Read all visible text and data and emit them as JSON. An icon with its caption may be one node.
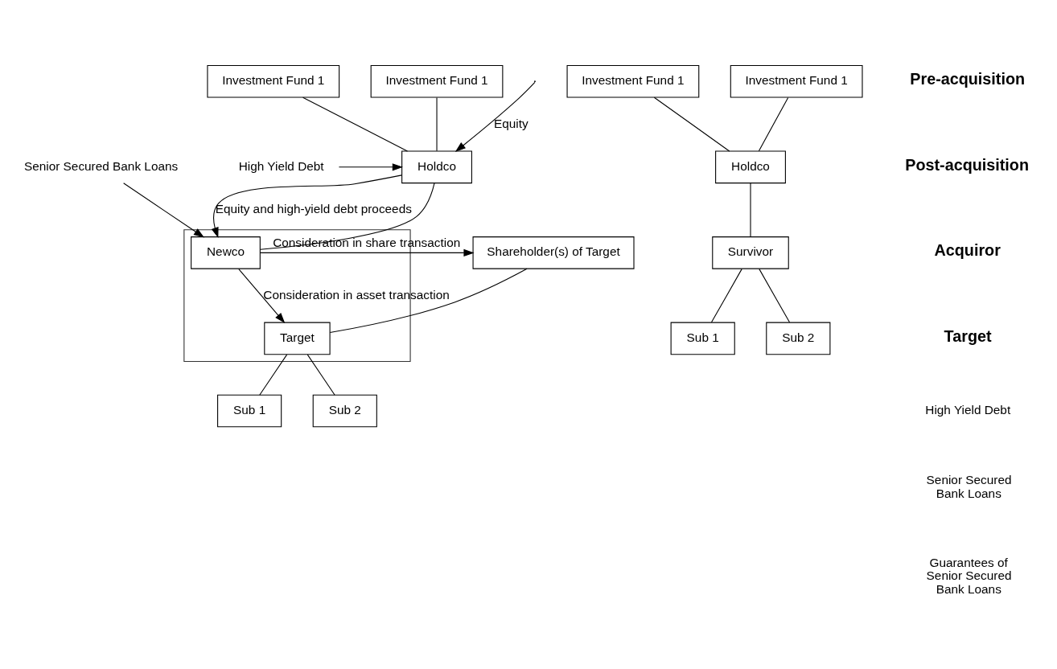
{
  "diagram": {
    "nodes": [
      {
        "text": [
          "Investment Fund 1"
        ]
      },
      {
        "text": [
          "Investment Fund 1"
        ]
      },
      {
        "text": [
          "High Yield Debt"
        ]
      },
      {
        "text": [
          "Holdco"
        ]
      },
      {
        "text": [
          "Shareholder(s) of Target"
        ]
      },
      {
        "text": [
          "Senior Secured Bank Loans"
        ]
      },
      {
        "text": [],
        "shape": "box"
      },
      {
        "text": [
          "Newco"
        ],
        "in": 6
      },
      {
        "text": [
          "Target"
        ],
        "in": 6
      },
      {
        "text": [
          "Sub 1"
        ]
      },
      {
        "text": [
          "Sub 2"
        ]
      },
      {
        "text": [
          "Investment Fund 1"
        ]
      },
      {
        "text": [
          "Investment Fund 1"
        ]
      },
      {
        "text": [
          "Holdco"
        ]
      },
      {
        "text": [
          "Survivor"
        ]
      },
      {
        "text": [
          "Sub 1"
        ]
      },
      {
        "text": [
          "Sub 2"
        ]
      }
    ],
    "edges": [
      {
        "from": 0,
        "to": 3,
        "arrow": "none"
      },
      {
        "from": 1,
        "to": 3,
        "arrow": "none"
      },
      {
        "from": null,
        "to": 3,
        "arrow": "to",
        "label": "Equity"
      },
      {
        "from": 2,
        "to": 3,
        "arrow": "to"
      },
      {
        "from": 3,
        "to": 7,
        "arrow": "none"
      },
      {
        "from": 3,
        "to": 7,
        "arrow": "to",
        "label": "Equity and high-yield debt proceeds"
      },
      {
        "from": 5,
        "to": 7,
        "arrow": "to"
      },
      {
        "from": 7,
        "to": 4,
        "arrow": "to",
        "label": "Consideration in share transaction"
      },
      {
        "from": 7,
        "to": 8,
        "arrow": "to",
        "label": "Consideration in asset transaction"
      },
      {
        "from": 4,
        "to": 8,
        "arrow": "none"
      },
      {
        "from": 8,
        "to": 9,
        "arrow": "none"
      },
      {
        "from": 8,
        "to": 10,
        "arrow": "none"
      },
      {
        "from": 11,
        "to": 13,
        "arrow": "none"
      },
      {
        "from": 12,
        "to": 13,
        "arrow": "none"
      },
      {
        "from": 13,
        "to": 14,
        "arrow": "none"
      },
      {
        "from": 14,
        "to": 15,
        "arrow": "none"
      },
      {
        "from": 14,
        "to": 16,
        "arrow": "none"
      }
    ],
    "labels": [
      "Pre-acquisition",
      "Post-acquisition",
      "Acquiror",
      "Target",
      "High Yield Debt",
      "Senior Secured Bank Loans",
      "Guarantees of Senior Secured Bank Loans"
    ]
  }
}
